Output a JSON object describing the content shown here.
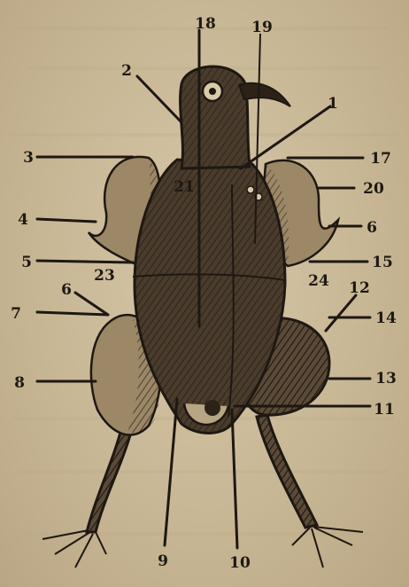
{
  "figure": {
    "labels": {
      "l1": "1",
      "l2": "2",
      "l3": "3",
      "l4": "4",
      "l5": "5",
      "l6a": "6",
      "l6b": "6",
      "l7": "7",
      "l8": "8",
      "l9": "9",
      "l10": "10",
      "l11": "11",
      "l12": "12",
      "l13": "13",
      "l14": "14",
      "l15": "15",
      "l17": "17",
      "l18": "18",
      "l19": "19",
      "l20": "20",
      "l21": "21",
      "l23": "23",
      "l24": "24"
    }
  },
  "colors": {
    "paper": "#c9b89a",
    "ink": "#1e1812",
    "shade": "#4a3c2c"
  }
}
